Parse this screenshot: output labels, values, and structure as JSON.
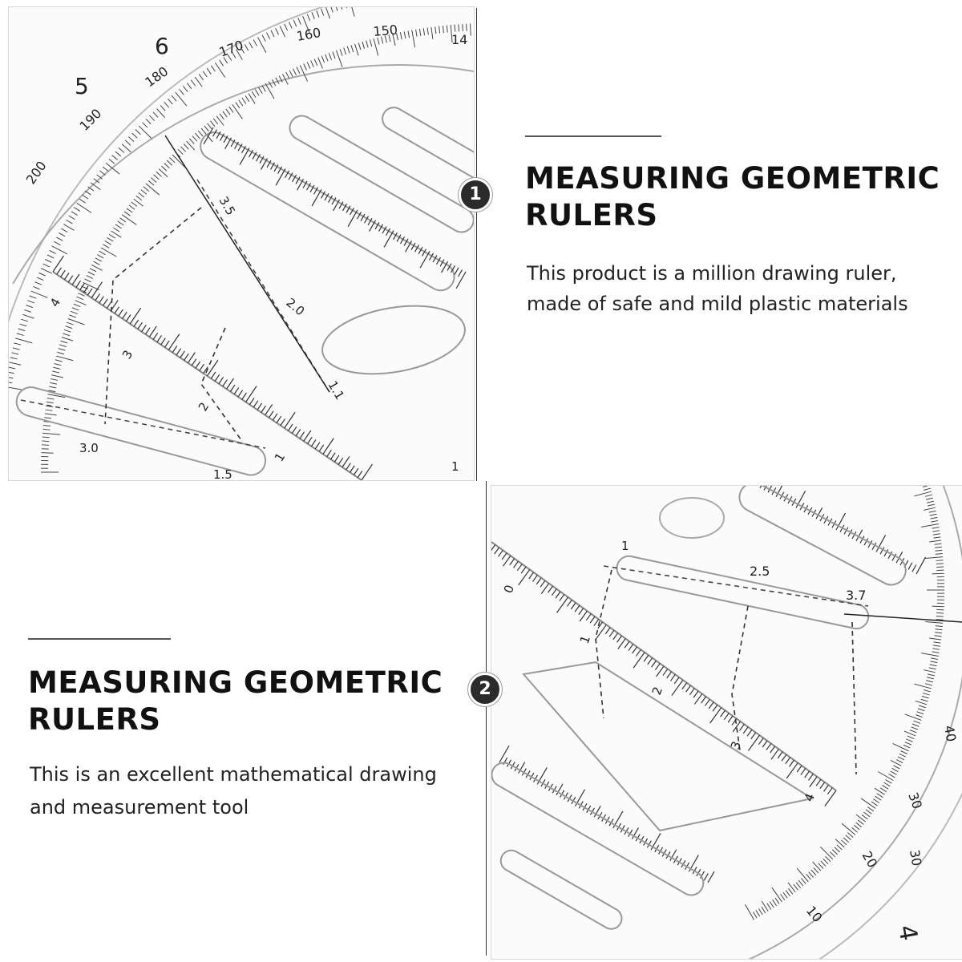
{
  "block1": {
    "badge": "1",
    "heading_line1": "MEASURING GEOMETRIC",
    "heading_line2": "RULERS",
    "desc_line1": "This product is a million drawing ruler,",
    "desc_line2": "made of safe and mild plastic materials"
  },
  "block2": {
    "badge": "2",
    "heading_line1": "MEASURING GEOMETRIC",
    "heading_line2": "RULERS",
    "desc_line1": "This is an excellent mathematical drawing",
    "desc_line2": "and measurement tool"
  },
  "photo1": {
    "arc_labels": [
      "200",
      "190",
      "180",
      "170",
      "160",
      "150",
      "14"
    ],
    "outer_labels": [
      "5",
      "6"
    ],
    "scale_labels": [
      "4",
      "3",
      "2",
      "1"
    ],
    "slot_labels": [
      "3.5",
      "2.0",
      "1.1",
      "3.0",
      "1.5",
      "1"
    ]
  },
  "photo2": {
    "arc_labels": [
      "40",
      "30",
      "20",
      "10"
    ],
    "side_labels": [
      "30",
      "4"
    ],
    "scale_labels": [
      "0",
      "1",
      "2",
      "3",
      "4"
    ],
    "slot_labels": [
      "1",
      "2.5",
      "3.7"
    ]
  }
}
